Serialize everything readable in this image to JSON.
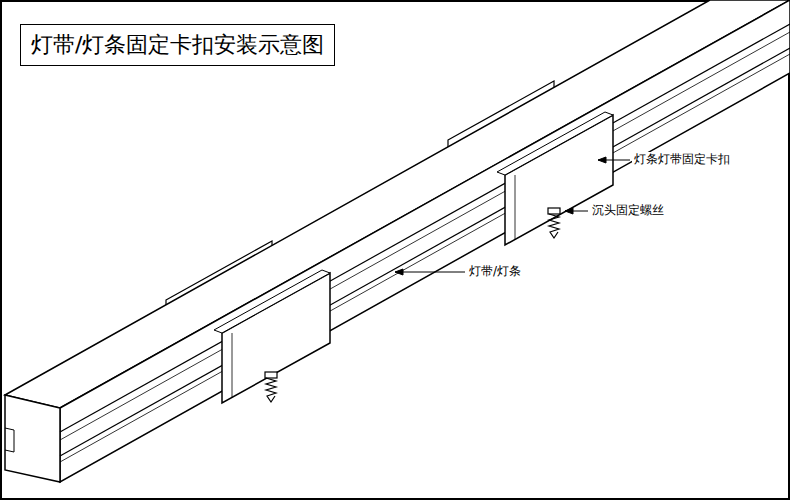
{
  "diagram": {
    "title": "灯带/灯条固定卡扣安装示意图",
    "labels": [
      "灯条灯带固定卡扣",
      "沉头固定螺丝",
      "灯带/灯条"
    ]
  }
}
